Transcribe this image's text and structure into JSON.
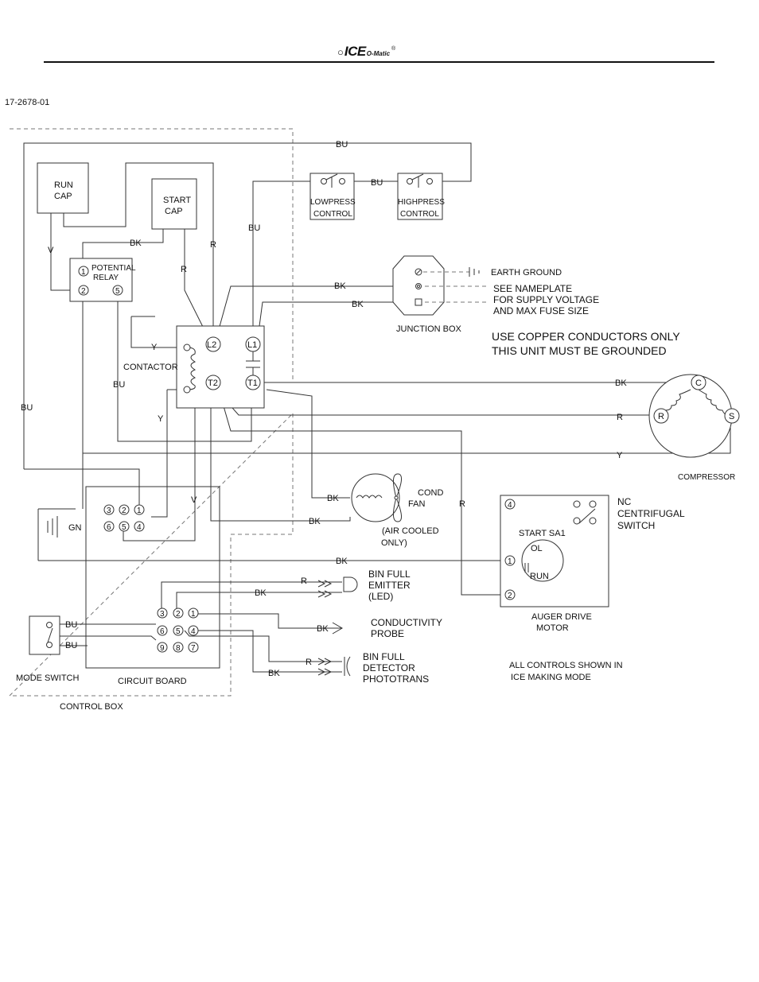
{
  "header": {
    "logo_swoosh": "○",
    "logo_main": "ICE",
    "logo_sub": "O-Matic",
    "logo_mark": "®"
  },
  "doc_number": "17-2678-01",
  "components": {
    "run_cap": [
      "RUN",
      "CAP"
    ],
    "start_cap": [
      "START",
      "CAP"
    ],
    "potential_relay": [
      "POTENTIAL",
      "RELAY"
    ],
    "low_press": [
      "LOWPRESS",
      "CONTROL"
    ],
    "high_press": [
      "HIGHPRESS",
      "CONTROL"
    ],
    "contactor": "CONTACTOR",
    "junction_box": "JUNCTION BOX",
    "earth_ground": "EARTH GROUND",
    "nameplate": [
      "SEE NAMEPLATE",
      "FOR SUPPLY VOLTAGE",
      "AND MAX FUSE SIZE"
    ],
    "copper_notice": [
      "USE COPPER CONDUCTORS ONLY",
      "THIS UNIT MUST BE GROUNDED"
    ],
    "compressor": "COMPRESSOR",
    "cond_fan": [
      "COND",
      "FAN"
    ],
    "air_cooled": [
      "(AIR COOLED",
      "ONLY)"
    ],
    "centrifugal_switch": [
      "NC",
      "CENTRIFUGAL",
      "SWITCH"
    ],
    "start_sa1": "START  SA1",
    "ol": "OL",
    "run": "RUN",
    "auger_motor": [
      "AUGER DRIVE",
      "MOTOR"
    ],
    "bin_full_emitter": [
      "BIN FULL",
      "EMITTER",
      "(LED)"
    ],
    "conductivity_probe": [
      "CONDUCTIVITY",
      "PROBE"
    ],
    "bin_full_detector": [
      "BIN FULL",
      "DETECTOR",
      "PHOTOTRANS"
    ],
    "mode_switch": "MODE  SWITCH",
    "circuit_board": "CIRCUIT BOARD",
    "control_box": "CONTROL    BOX",
    "controls_note": [
      "ALL CONTROLS SHOWN  IN",
      "ICE  MAKING MODE"
    ]
  },
  "terminals": {
    "relay": [
      "1",
      "2",
      "5"
    ],
    "contactor": [
      "L2",
      "L1",
      "T2",
      "T1"
    ],
    "compressor": [
      "C",
      "R",
      "S"
    ],
    "motor": [
      "4",
      "1",
      "2"
    ],
    "board_top": [
      "3",
      "2",
      "1",
      "6",
      "5",
      "4"
    ],
    "board_bottom": [
      "3",
      "2",
      "1",
      "6",
      "5",
      "4",
      "9",
      "8",
      "7"
    ]
  },
  "wire_labels": {
    "BU": "BU",
    "BK": "BK",
    "R": "R",
    "V": "V",
    "Y": "Y",
    "GN": "GN"
  },
  "colors": {
    "line": "#333333",
    "dashed_border": "#777777",
    "text": "#111111"
  }
}
